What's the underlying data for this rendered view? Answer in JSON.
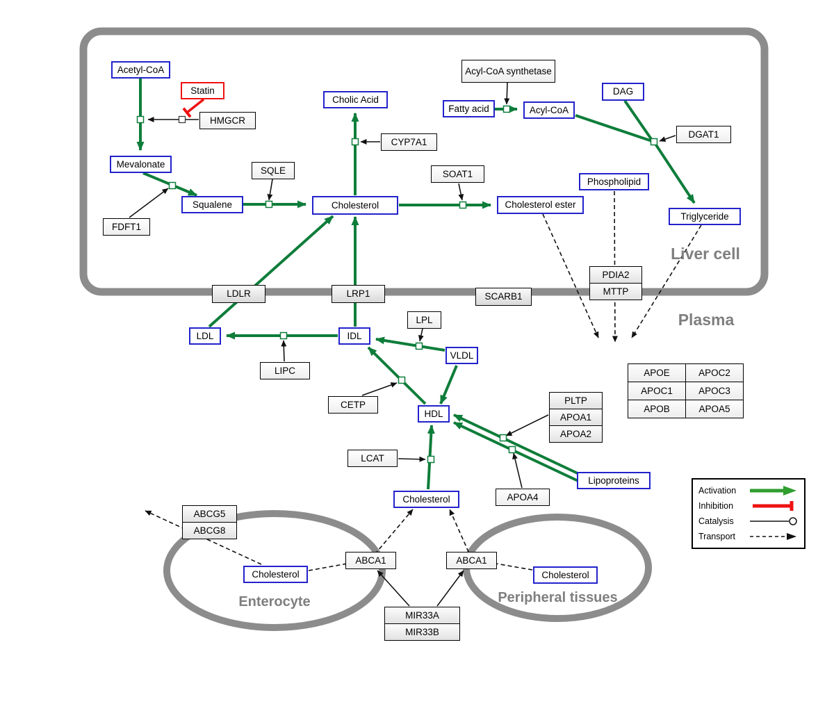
{
  "compartments": {
    "liver": "Liver cell",
    "plasma": "Plasma",
    "enterocyte": "Enterocyte",
    "peripheral": "Peripheral tissues"
  },
  "nodes": {
    "acetyl_coa": "Acetyl-CoA",
    "statin": "Statin",
    "hmgcr": "HMGCR",
    "mevalonate": "Mevalonate",
    "fdft1": "FDFT1",
    "squalene": "Squalene",
    "sqle": "SQLE",
    "cholesterol_liver": "Cholesterol",
    "cyp7a1": "CYP7A1",
    "cholic_acid": "Cholic Acid",
    "soat1": "SOAT1",
    "cholesterol_ester": "Cholesterol ester",
    "fatty_acid": "Fatty acid",
    "acyl_coa_synthetase": "Acyl-CoA synthetase",
    "acyl_coa": "Acyl-CoA",
    "dag": "DAG",
    "dgat1": "DGAT1",
    "phospholipid": "Phospholipid",
    "triglyceride": "Triglyceride",
    "pdia2": "PDIA2",
    "mttp": "MTTP",
    "ldlr": "LDLR",
    "lrp1": "LRP1",
    "scarb1": "SCARB1",
    "ldl": "LDL",
    "idl": "IDL",
    "vldl": "VLDL",
    "hdl": "HDL",
    "lpl": "LPL",
    "lipc": "LIPC",
    "cetp": "CETP",
    "lcat": "LCAT",
    "cholesterol_plasma": "Cholesterol",
    "pltp": "PLTP",
    "apoa1": "APOA1",
    "apoa2": "APOA2",
    "apoa4": "APOA4",
    "lipoproteins": "Lipoproteins",
    "abcg5": "ABCG5",
    "abcg8": "ABCG8",
    "abca1_enterocyte": "ABCA1",
    "abca1_peripheral": "ABCA1",
    "mir33a": "MIR33A",
    "mir33b": "MIR33B",
    "cholesterol_enterocyte": "Cholesterol",
    "cholesterol_peripheral": "Cholesterol"
  },
  "apo_table": {
    "cells": [
      "APOE",
      "APOC2",
      "APOC1",
      "APOC3",
      "APOB",
      "APOA5"
    ]
  },
  "legend": {
    "items": [
      {
        "label": "Activation"
      },
      {
        "label": "Inhibition"
      },
      {
        "label": "Catalysis"
      },
      {
        "label": "Transport"
      }
    ]
  },
  "colors": {
    "activation": "#0e7d3a",
    "inhibition": "#ee1111",
    "metabolite_border": "#2222cc",
    "compartment": "#8c8c8c"
  }
}
